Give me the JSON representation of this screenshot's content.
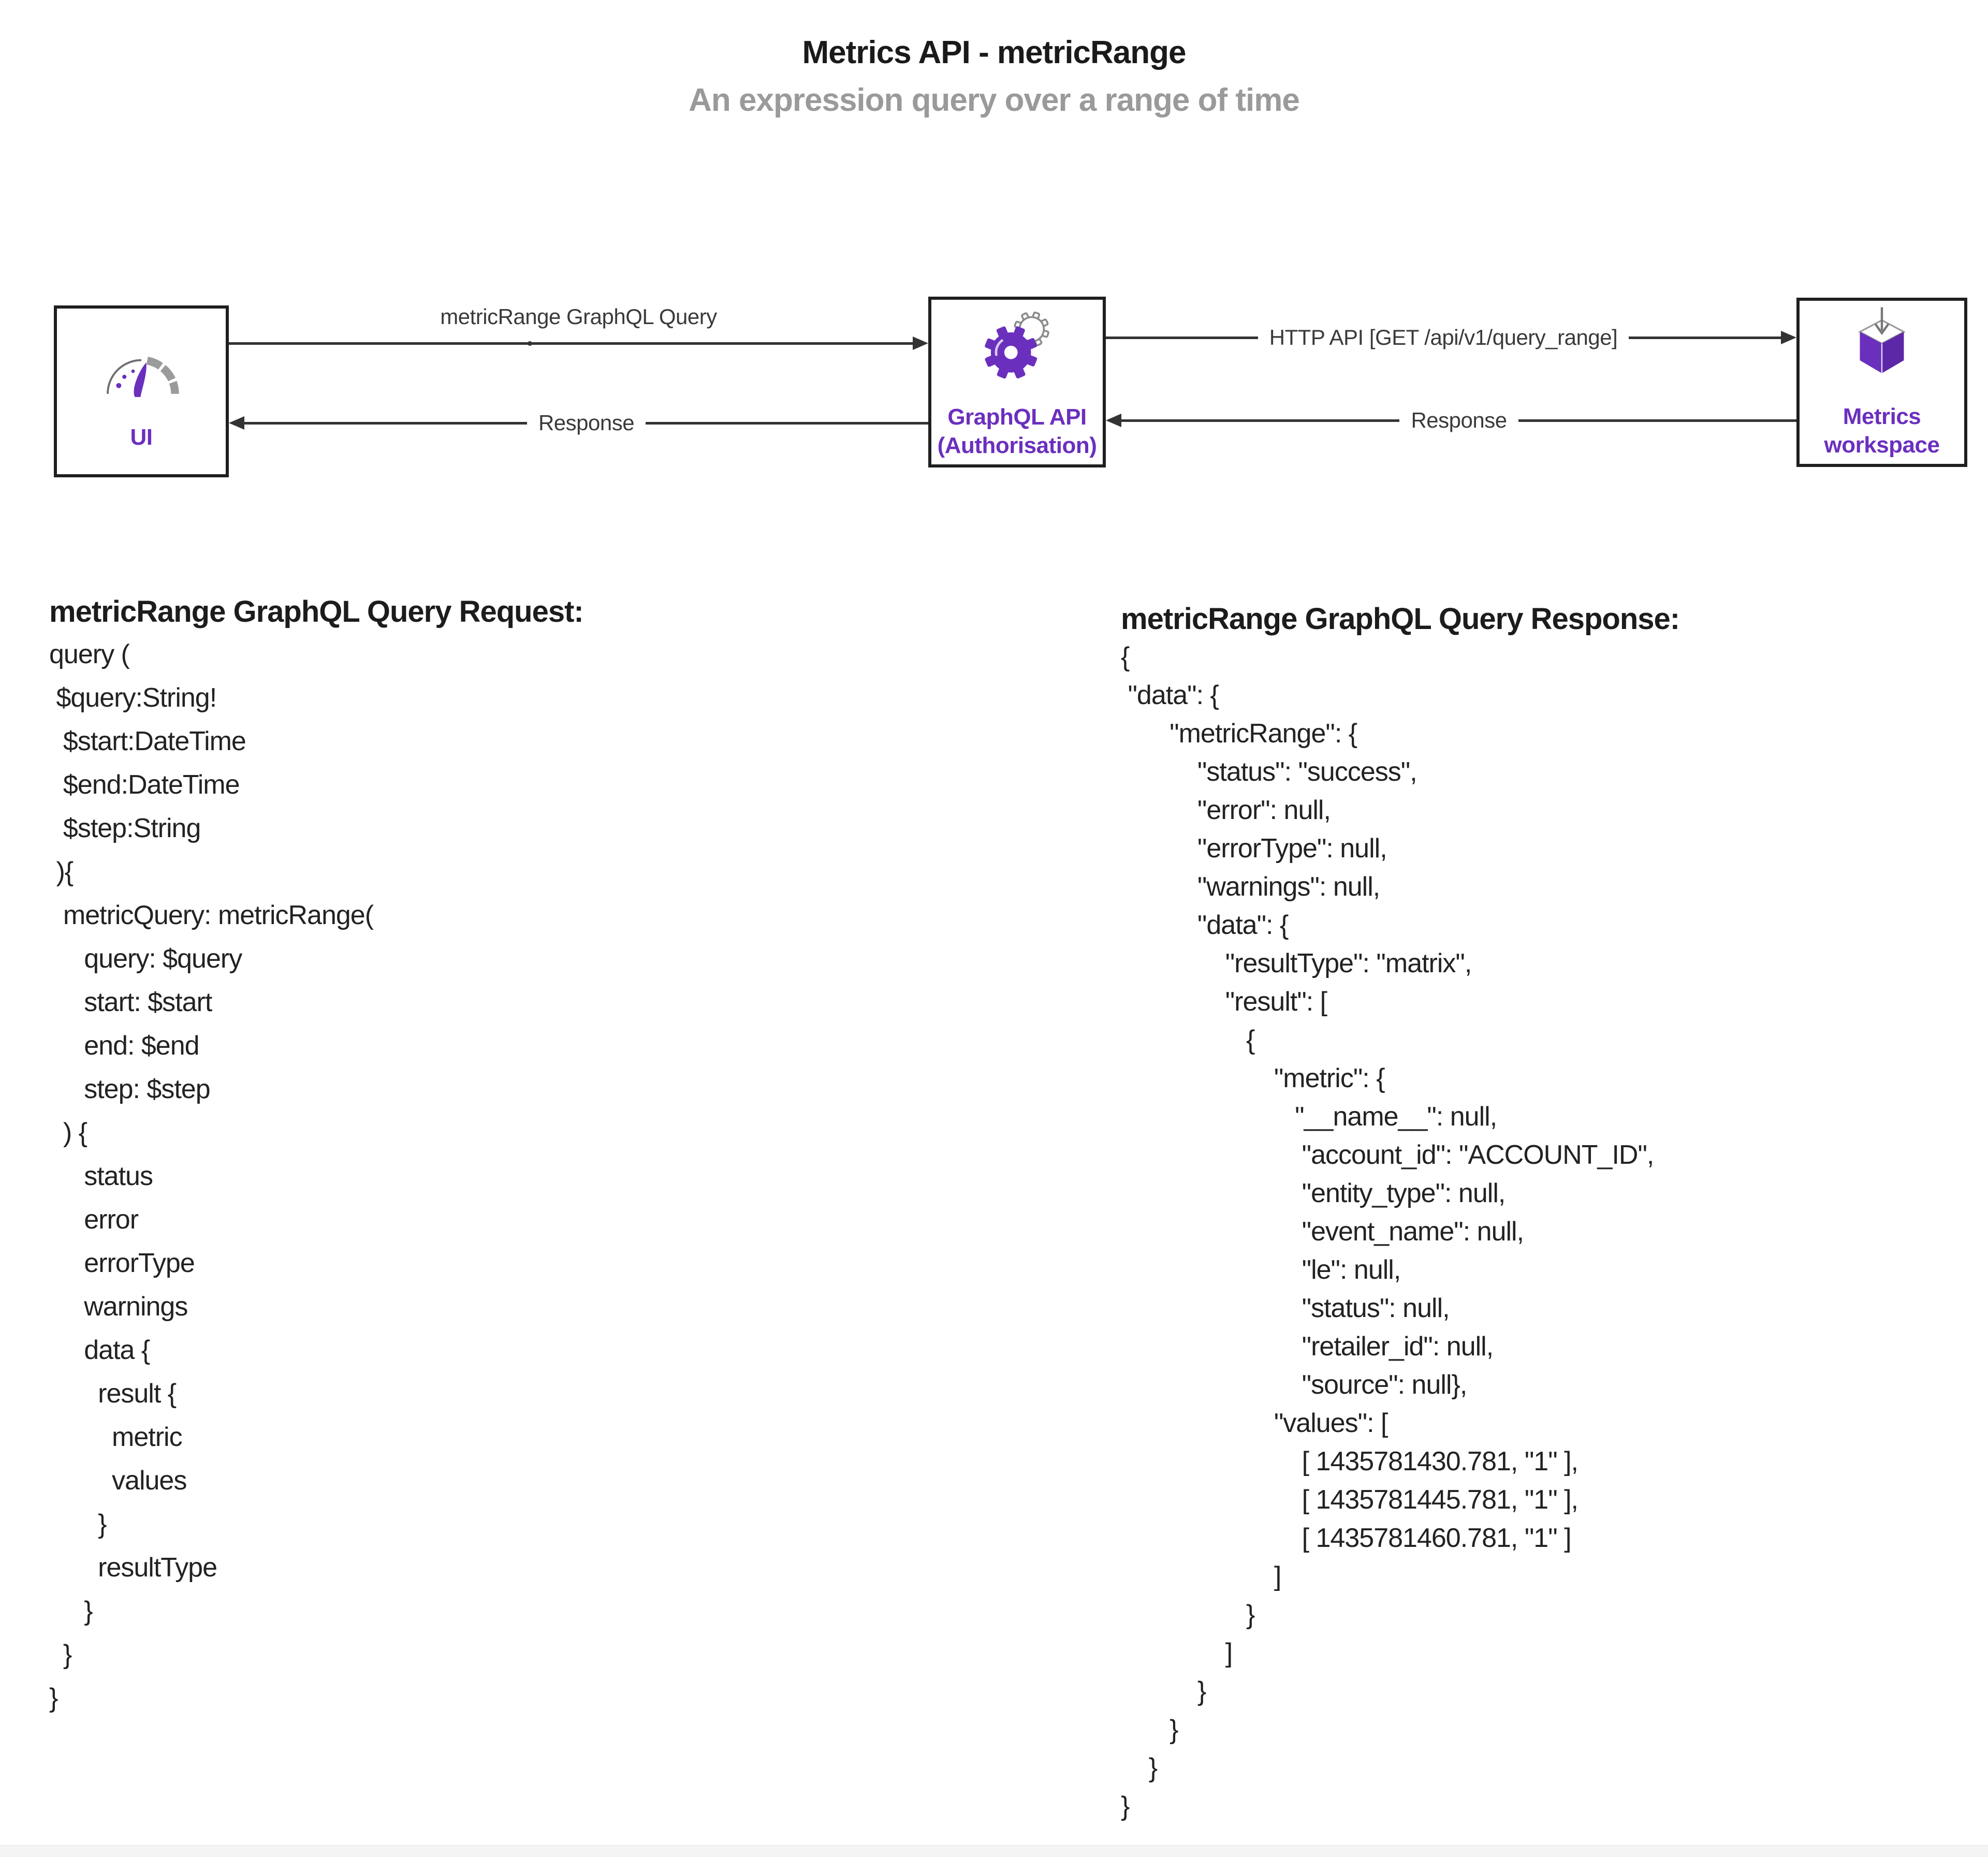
{
  "header": {
    "title": "Metrics API - metricRange",
    "subtitle": "An expression query over a range of time"
  },
  "colors": {
    "purple": "#6b2fbe",
    "purple_dark": "#5d28a8",
    "line": "#333333",
    "arrow_label": "#3a3a3a",
    "subtitle_gray": "#9a9a9a",
    "box_border": "#1f1f1f"
  },
  "diagram": {
    "nodes": {
      "ui": {
        "icon": "gauge-icon",
        "label_lines": [
          "UI"
        ]
      },
      "graphql": {
        "icon": "gear-icon",
        "label_lines": [
          "GraphQL API",
          "(Authorisation)"
        ]
      },
      "metrics": {
        "icon": "cube-icon",
        "label_lines": [
          "Metrics",
          "workspace"
        ]
      }
    },
    "edges": [
      {
        "from": "ui",
        "to": "graphql",
        "direction": "right",
        "label_placement": "above",
        "label": "metricRange GraphQL Query"
      },
      {
        "from": "graphql",
        "to": "ui",
        "direction": "left",
        "label_placement": "inline",
        "label": "Response"
      },
      {
        "from": "graphql",
        "to": "metrics",
        "direction": "right",
        "label_placement": "inline",
        "label": "HTTP API [GET /api/v1/query_range]"
      },
      {
        "from": "metrics",
        "to": "graphql",
        "direction": "left",
        "label_placement": "inline",
        "label": "Response"
      }
    ]
  },
  "request_block": {
    "heading": "metricRange GraphQL Query Request:",
    "lines": [
      "query (",
      " $query:String!",
      "  $start:DateTime",
      "  $end:DateTime",
      "  $step:String",
      " ){",
      "  metricQuery: metricRange(",
      "     query: $query",
      "     start: $start",
      "     end: $end",
      "     step: $step",
      "  ) {",
      "     status",
      "     error",
      "     errorType",
      "     warnings",
      "     data {",
      "       result {",
      "         metric",
      "         values",
      "       }",
      "       resultType",
      "     }",
      "  }",
      "}"
    ]
  },
  "response_block": {
    "heading": "metricRange GraphQL Query Response:",
    "lines": [
      "{",
      " \"data\": {",
      "       \"metricRange\": {",
      "           \"status\": \"success\",",
      "           \"error\": null,",
      "           \"errorType\": null,",
      "           \"warnings\": null,",
      "           \"data\": {",
      "               \"resultType\": \"matrix\",",
      "               \"result\": [",
      "                  {",
      "                      \"metric\": {",
      "                         \"__name__\": null,",
      "                          \"account_id\": \"ACCOUNT_ID\",",
      "                          \"entity_type\": null,",
      "                          \"event_name\": null,",
      "                          \"le\": null,",
      "                          \"status\": null,",
      "                          \"retailer_id\": null,",
      "                          \"source\": null},",
      "                      \"values\": [",
      "                          [ 1435781430.781, \"1\" ],",
      "                          [ 1435781445.781, \"1\" ],",
      "                          [ 1435781460.781, \"1\" ]",
      "                      ]",
      "                  }",
      "               ]",
      "           }",
      "       }",
      "    }",
      "}"
    ]
  }
}
